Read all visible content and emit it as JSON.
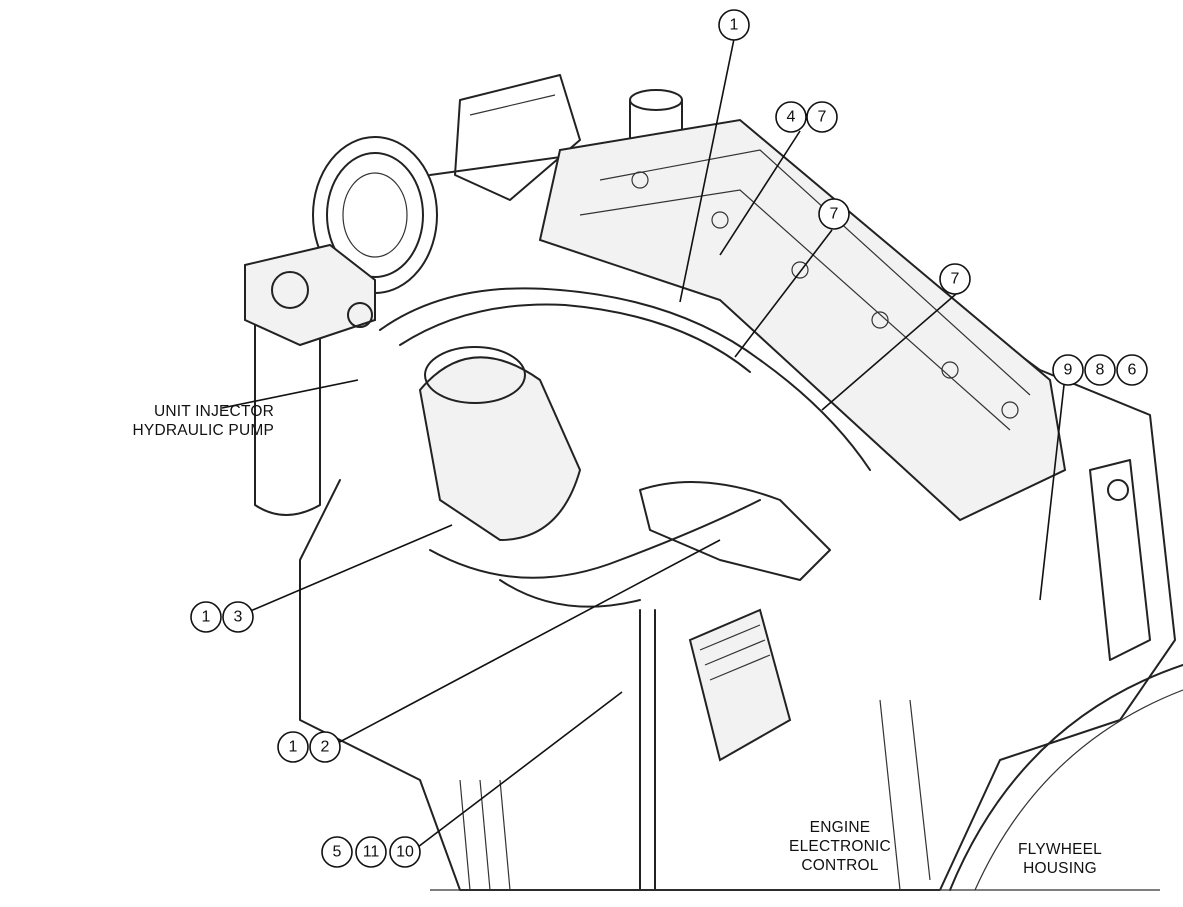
{
  "labels": {
    "pump_line1": "UNIT INJECTOR",
    "pump_line2": "HYDRAULIC PUMP",
    "ecm_line1": "ENGINE",
    "ecm_line2": "ELECTRONIC",
    "ecm_line3": "CONTROL",
    "flywheel_line1": "FLYWHEEL",
    "flywheel_line2": "HOUSING"
  },
  "callouts": [
    {
      "id": "c1-top",
      "numbers": [
        "1"
      ]
    },
    {
      "id": "c4-7",
      "numbers": [
        "4",
        "7"
      ]
    },
    {
      "id": "c7-a",
      "numbers": [
        "7"
      ]
    },
    {
      "id": "c7-b",
      "numbers": [
        "7"
      ]
    },
    {
      "id": "c9-8-6",
      "numbers": [
        "9",
        "8",
        "6"
      ]
    },
    {
      "id": "c1-3",
      "numbers": [
        "1",
        "3"
      ]
    },
    {
      "id": "c1-2",
      "numbers": [
        "1",
        "2"
      ]
    },
    {
      "id": "c5-11-10",
      "numbers": [
        "5",
        "11",
        "10"
      ]
    }
  ]
}
